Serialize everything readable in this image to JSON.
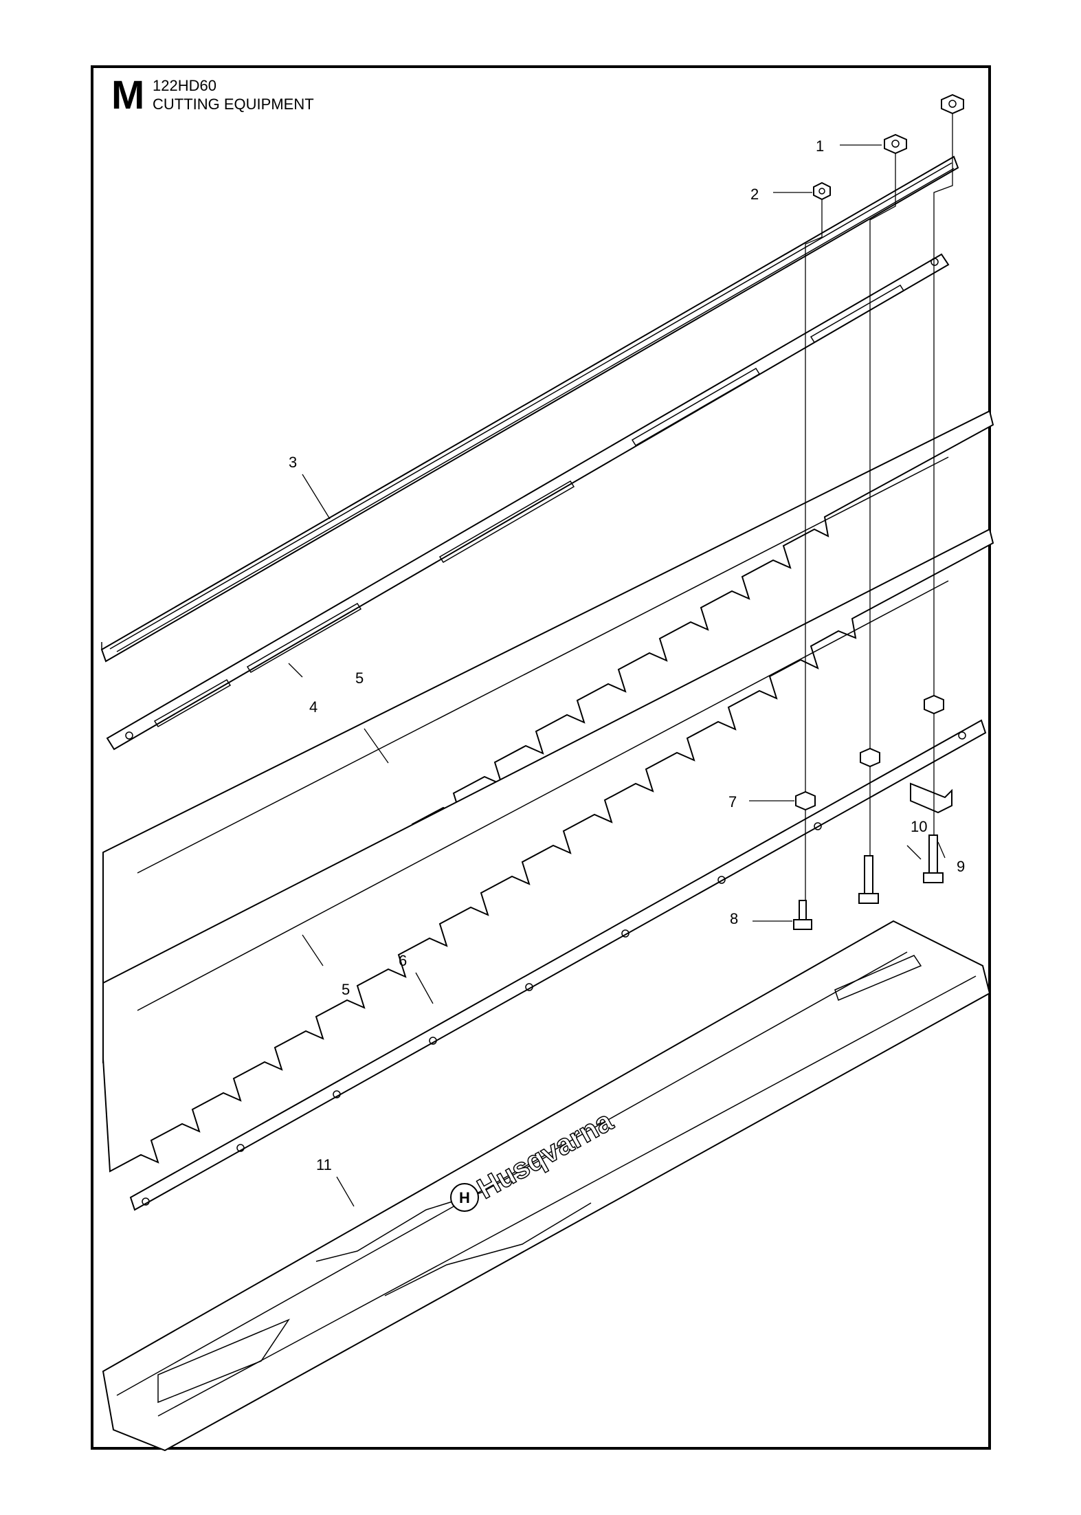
{
  "header": {
    "section_letter": "M",
    "model": "122HD60",
    "title": "CUTTING EQUIPMENT"
  },
  "brand_logo": {
    "text": "Husqvarna"
  },
  "callouts": [
    {
      "id": "c1",
      "label": "1"
    },
    {
      "id": "c2",
      "label": "2"
    },
    {
      "id": "c3",
      "label": "3"
    },
    {
      "id": "c4",
      "label": "4"
    },
    {
      "id": "c5a",
      "label": "5"
    },
    {
      "id": "c5b",
      "label": "5"
    },
    {
      "id": "c6",
      "label": "6"
    },
    {
      "id": "c7",
      "label": "7"
    },
    {
      "id": "c8",
      "label": "8"
    },
    {
      "id": "c9",
      "label": "9"
    },
    {
      "id": "c10",
      "label": "10"
    },
    {
      "id": "c11",
      "label": "11"
    }
  ],
  "colors": {
    "line": "#000000",
    "background": "#ffffff"
  }
}
